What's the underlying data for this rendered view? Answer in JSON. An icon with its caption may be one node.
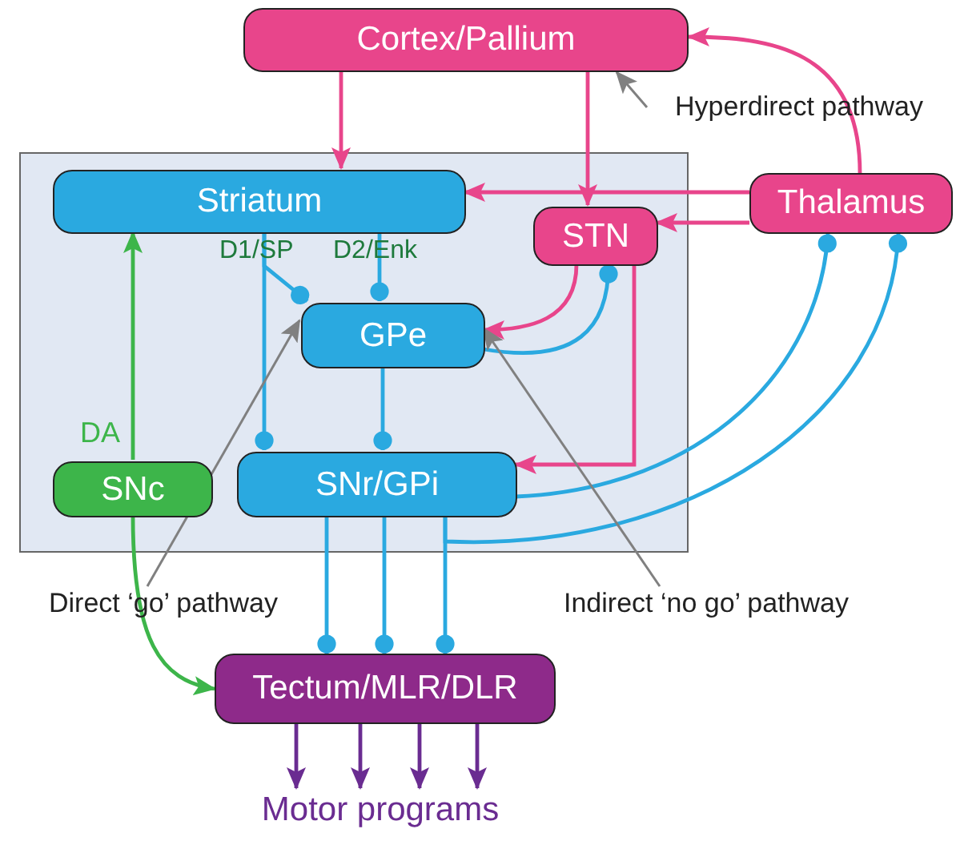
{
  "diagram": {
    "nodes": [
      {
        "text": [],
        "shape": "box"
      },
      {
        "text": [
          "Cortex/Pallium"
        ]
      },
      {
        "text": [
          "Striatum"
        ],
        "in": 0
      },
      {
        "text": [
          "Thalamus"
        ]
      },
      {
        "text": [
          "STN"
        ],
        "in": 0
      },
      {
        "text": [
          "GPe"
        ],
        "in": 0
      },
      {
        "text": [
          "SNc"
        ],
        "in": 0
      },
      {
        "text": [
          "SNr/GPi"
        ],
        "in": 0
      },
      {
        "text": [
          "Tectum/MLR/DLR"
        ]
      },
      {
        "text": [
          "Motor programs"
        ]
      },
      {
        "text": [
          "Direct ‘go’ pathway"
        ]
      },
      {
        "text": [
          "Indirect ‘no go’ pathway"
        ]
      },
      {
        "text": [
          "Hyperdirect pathway"
        ]
      }
    ],
    "edges": [
      {
        "from": 1,
        "to": 2,
        "arrow": "to",
        "color": "#e8458b"
      },
      {
        "from": 1,
        "to": 4,
        "arrow": "to",
        "color": "#e8458b"
      },
      {
        "from": 3,
        "to": 1,
        "arrow": "to",
        "color": "#e8458b"
      },
      {
        "from": 3,
        "to": 2,
        "arrow": "to",
        "color": "#e8458b"
      },
      {
        "from": 3,
        "to": 4,
        "arrow": "to",
        "color": "#e8458b"
      },
      {
        "from": 4,
        "to": 5,
        "arrow": "to",
        "color": "#e8458b"
      },
      {
        "from": 4,
        "to": 7,
        "arrow": "to",
        "color": "#e8458b"
      },
      {
        "from": 5,
        "to": 4,
        "arrow": "other"
      },
      {
        "from": 2,
        "to": 5,
        "arrow": "other"
      },
      {
        "from": 2,
        "to": 7,
        "arrow": "other"
      },
      {
        "from": 2,
        "to": 5,
        "arrow": "other"
      },
      {
        "from": 5,
        "to": 7,
        "arrow": "other"
      },
      {
        "from": 7,
        "to": 3,
        "arrow": "other"
      },
      {
        "from": 7,
        "to": 3,
        "arrow": "other"
      },
      {
        "from": 7,
        "to": 8,
        "arrow": "other"
      },
      {
        "from": 7,
        "to": 8,
        "arrow": "other"
      },
      {
        "from": 7,
        "to": 8,
        "arrow": "other"
      },
      {
        "from": 6,
        "to": 2,
        "arrow": "to",
        "color": "#3db54a"
      },
      {
        "from": 6,
        "to": 8,
        "arrow": "to",
        "color": "#3db54a"
      },
      {
        "from": 8,
        "to": 9,
        "arrow": "to",
        "color": "#6a2c91"
      },
      {
        "from": 8,
        "to": 9,
        "arrow": "to",
        "color": "#6a2c91"
      },
      {
        "from": 8,
        "to": 9,
        "arrow": "to",
        "color": "#6a2c91"
      },
      {
        "from": 8,
        "to": 9,
        "arrow": "to",
        "color": "#6a2c91"
      },
      {
        "from": 10,
        "to": 5,
        "arrow": "to",
        "color": "#808080"
      },
      {
        "from": 11,
        "to": 5,
        "arrow": "to",
        "color": "#808080"
      },
      {
        "from": 12,
        "to": 1,
        "arrow": "to",
        "color": "#808080"
      }
    ],
    "labels": [
      "D1/SP",
      "D2/Enk",
      "DA"
    ]
  }
}
